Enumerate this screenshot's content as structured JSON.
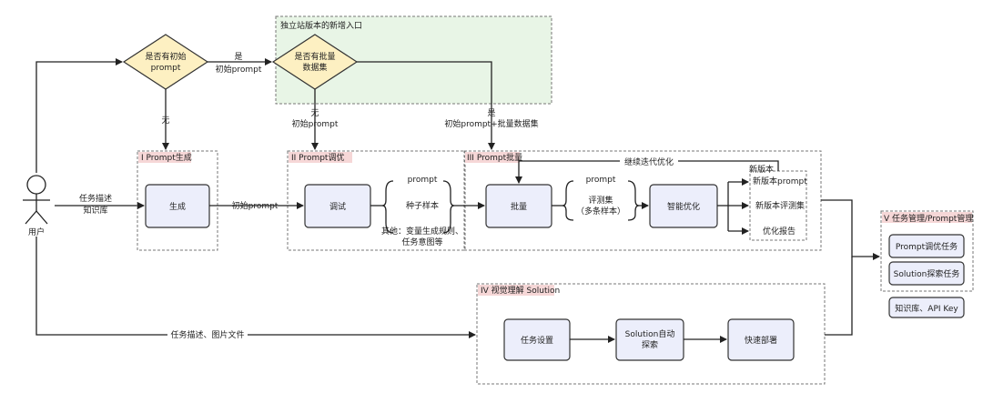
{
  "user": {
    "label": "用户"
  },
  "decisions": {
    "initial_prompt": "是否有初始\nprompt",
    "batch_dataset": "是否有批量\n数据集"
  },
  "region_new_entry": "独立站版本的新增入口",
  "edges": {
    "yes_initial_1": "是",
    "yes_initial_2": "初始prompt",
    "no_1": "无",
    "no2_1": "无",
    "no2_2": "初始prompt",
    "yes2_1": "是",
    "yes2_2": "初始prompt+批量数据集",
    "task_desc_1": "任务描述",
    "task_desc_2": "知识库",
    "initial_prompt": "初始prompt",
    "continue_iter": "继续迭代优化",
    "prompt_a": "prompt",
    "seed": "种子样本",
    "other_1": "其他：变量生成规则、",
    "other_2": "任务意图等",
    "prompt_b": "prompt",
    "eval_1": "评测集",
    "eval_2": "（多条样本）",
    "task_files": "任务描述、图片文件"
  },
  "sections": {
    "s1": "I Prompt生成",
    "s2": "II Prompt调优",
    "s3": "III Prompt批量",
    "s4": "IV 视觉理解 Solution",
    "s5": "V 任务管理/Prompt管理"
  },
  "nodes": {
    "generate": "生成",
    "tune": "调试",
    "batch": "批量",
    "smart": "智能优化",
    "task_setup": "任务设置",
    "sol_explore": "Solution自动\n探索",
    "deploy": "快速部署",
    "prompt_task": "Prompt调优任务",
    "sol_task": "Solution探索任务",
    "kb_api": "知识库、API Key"
  },
  "outputs": {
    "new_version": "新版本",
    "new_prompt": "新版本prompt",
    "new_eval": "新版本评测集",
    "report": "优化报告"
  }
}
